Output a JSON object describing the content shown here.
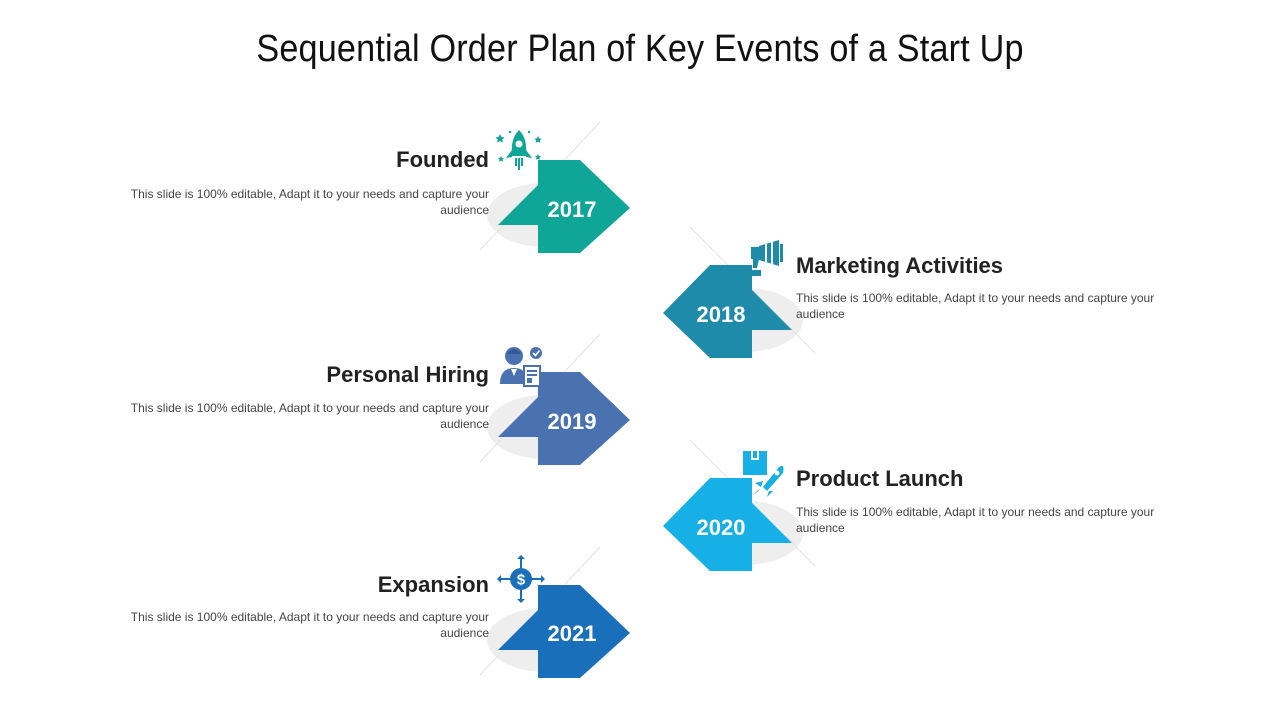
{
  "title": "Sequential Order Plan of Key Events of a Start Up",
  "steps": [
    {
      "year": "2017",
      "heading": "Founded",
      "text": "This slide is 100% editable, Adapt it to your needs and capture your audience",
      "color": "#0fa597",
      "icon": "rocket-icon"
    },
    {
      "year": "2018",
      "heading": "Marketing Activities",
      "text": "This slide is 100% editable, Adapt it to your needs and capture your audience",
      "color": "#1e8bab",
      "icon": "megaphone-icon"
    },
    {
      "year": "2019",
      "heading": "Personal Hiring",
      "text": "This slide is 100% editable, Adapt it to your needs and capture your audience",
      "color": "#4a72b0",
      "icon": "recruitment-icon"
    },
    {
      "year": "2020",
      "heading": "Product Launch",
      "text": "This slide is 100% editable, Adapt it to your needs and capture your audience",
      "color": "#17b0e6",
      "icon": "product-launch-icon"
    },
    {
      "year": "2021",
      "heading": "Expansion",
      "text": "This slide is 100% editable, Adapt it to your needs and capture your audience",
      "color": "#1a6fbb",
      "icon": "dollar-expansion-icon"
    }
  ]
}
